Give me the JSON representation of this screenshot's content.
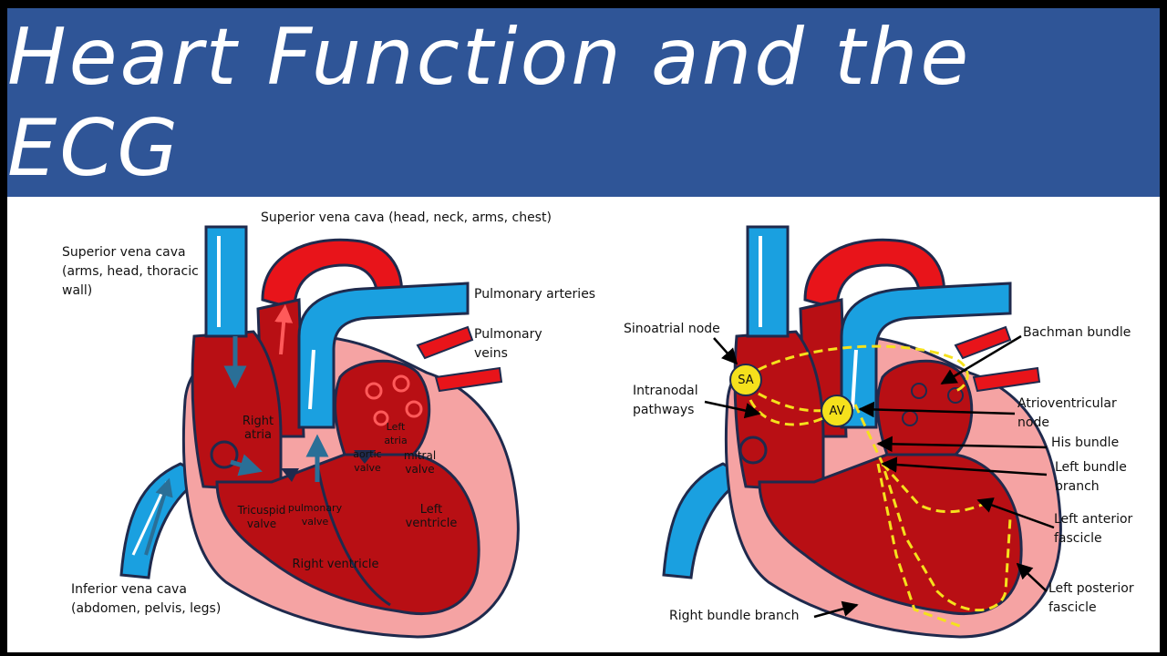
{
  "title": "Heart Function and the ECG",
  "colors": {
    "banner": "#2f5597",
    "vein_blue": "#1aa0e0",
    "artery_red": "#e8141a",
    "myocardium_pink": "#f5a3a3",
    "chamber_dark_red": "#b80f14",
    "outline_navy": "#1f2a4d",
    "conduction_yellow": "#f5e11c"
  },
  "left_diagram": {
    "labels": {
      "svc_top": "Superior vena cava (head, neck, arms, chest)",
      "svc_left": "Superior vena cava\n(arms, head, thoracic\nwall)",
      "pulmonary_arteries": "Pulmonary arteries",
      "pulmonary_veins": "Pulmonary\nveins",
      "ivc": "Inferior vena cava\n(abdomen, pelvis, legs)",
      "right_atria": "Right\natria",
      "left_atria": "Left\natria",
      "aortic_valve": "aortic\nvalve",
      "mitral_valve": "mitral\nvalve",
      "tricuspid_valve": "Tricuspid\nvalve",
      "pulmonary_valve": "pulmonary\nvalve",
      "left_ventricle": "Left\nventricle",
      "right_ventricle": "Right ventricle"
    }
  },
  "right_diagram": {
    "nodes": {
      "sa": "SA",
      "av": "AV"
    },
    "labels": {
      "sinoatrial_node": "Sinoatrial node",
      "intranodal_pathways": "Intranodal\npathways",
      "bachman_bundle": "Bachman bundle",
      "atrioventricular_node": "Atrioventricular\nnode",
      "his_bundle": "His bundle",
      "left_bundle_branch": "Left bundle\nbranch",
      "left_anterior_fascicle": "Left anterior\nfascicle",
      "left_posterior_fascicle": "Left posterior\nfascicle",
      "right_bundle_branch": "Right bundle branch"
    }
  }
}
